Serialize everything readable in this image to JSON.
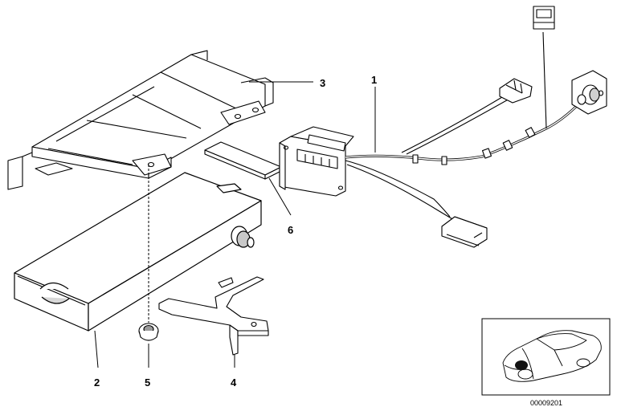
{
  "diagram": {
    "callouts": [
      {
        "id": "1",
        "label": "1"
      },
      {
        "id": "2",
        "label": "2"
      },
      {
        "id": "3",
        "label": "3"
      },
      {
        "id": "4",
        "label": "4"
      },
      {
        "id": "5",
        "label": "5"
      },
      {
        "id": "6",
        "label": "6"
      }
    ],
    "inset": {
      "code": "00009201"
    }
  },
  "colors": {
    "line": "#000000",
    "background": "#ffffff",
    "shade": "#c8c8c8"
  }
}
